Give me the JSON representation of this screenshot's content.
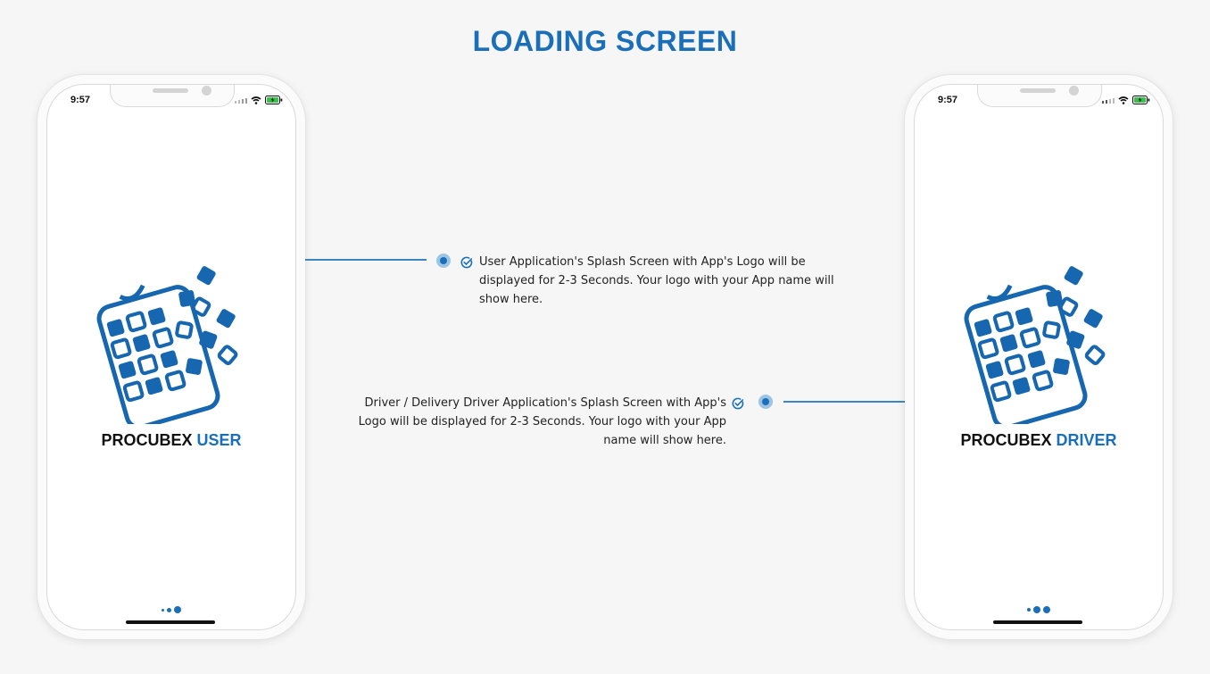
{
  "page": {
    "title": "LOADING SCREEN"
  },
  "phones": {
    "user": {
      "time": "9:57",
      "brand_prefix": "PROCUBEX",
      "brand_accent": "USER"
    },
    "driver": {
      "time": "9:57",
      "brand_prefix": "PROCUBEX",
      "brand_accent": "DRIVER"
    }
  },
  "annotations": {
    "user": "User Application's Splash Screen with App's Logo will be displayed for 2-3 Seconds. Your logo with your App name will show here.",
    "driver": "Driver / Delivery Driver Application's Splash Screen with App's Logo will be displayed for 2-3 Seconds. Your logo with your App name will show here."
  },
  "icons": {
    "check": "check-circle-icon",
    "logo": "procubex-logo-icon",
    "signal": "signal-icon",
    "wifi": "wifi-icon",
    "battery": "battery-charging-icon"
  },
  "colors": {
    "accent": "#1a6fb8",
    "background": "#f6f6f6",
    "battery": "#36c24a"
  }
}
